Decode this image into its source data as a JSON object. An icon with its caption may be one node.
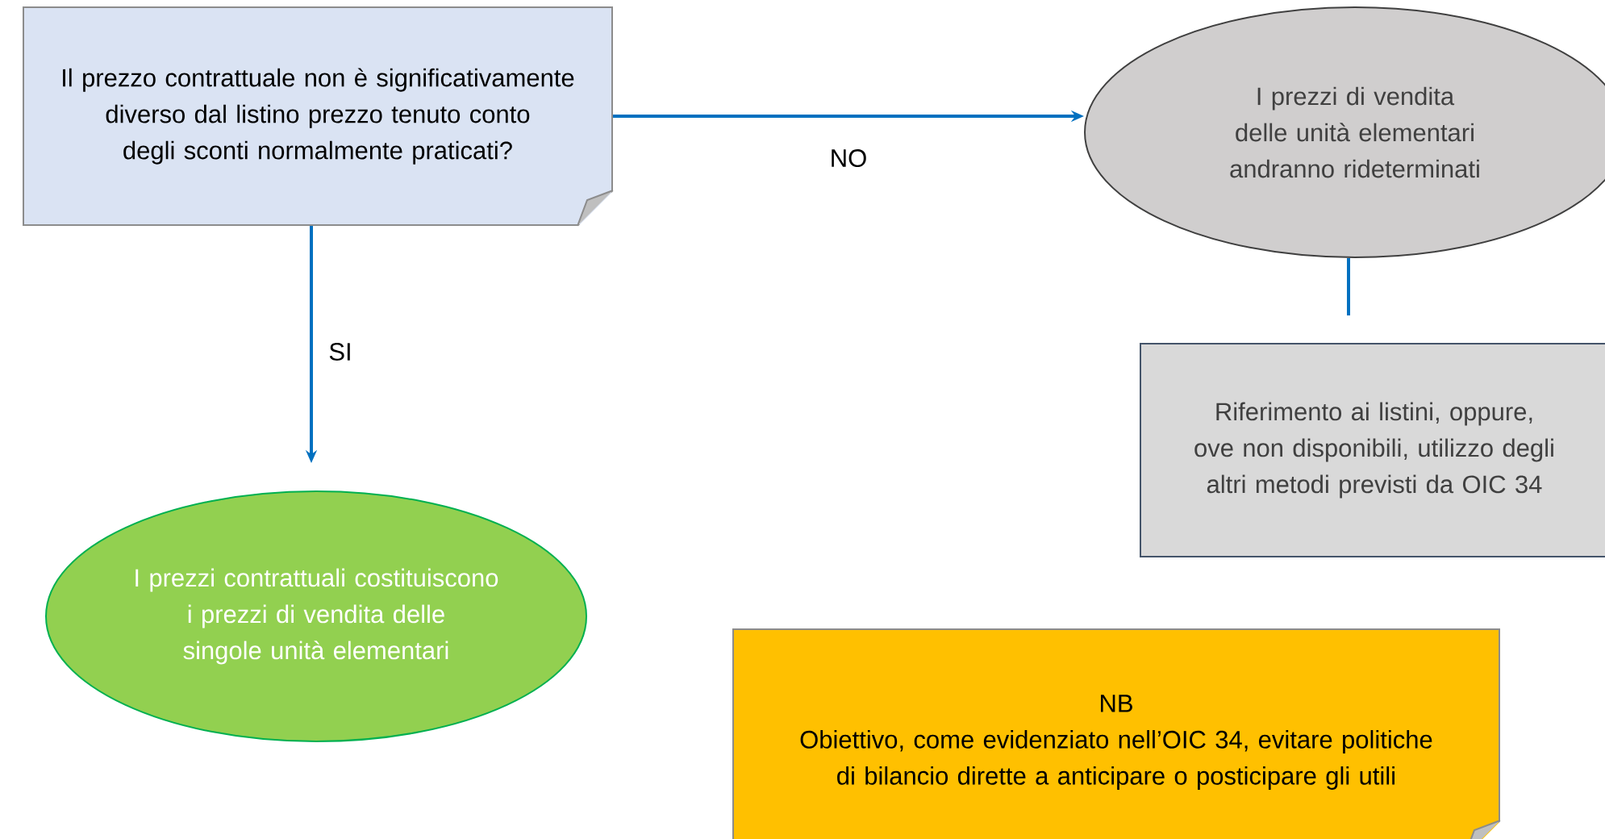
{
  "diagram": {
    "nodes": [
      {
        "text": [
          "Il prezzo contrattuale non è significativamente diverso dal listino prezzo tenuto conto degli sconti normalmente praticati?"
        ]
      },
      {
        "text": [
          "I prezzi di vendita delle unità elementari andranno rideterminati"
        ]
      },
      {
        "text": [
          "Riferimento ai listini, oppure, ove non disponibili, utilizzo degli altri metodi previsti da OIC 34"
        ]
      },
      {
        "text": [
          "I prezzi contrattuali costituiscono i prezzi di vendita delle singole unità elementari"
        ]
      },
      {
        "text": [
          "NB",
          "Obiettivo, come evidenziato nell’OIC 34, evitare politiche di bilancio dirette a anticipare o posticipare gli utili"
        ]
      }
    ],
    "edges": [
      {
        "from": 0,
        "to": 1,
        "arrow": "to",
        "label": "NO"
      },
      {
        "from": 0,
        "to": 3,
        "arrow": "to",
        "label": "SI"
      },
      {
        "from": 1,
        "to": 2,
        "arrow": "none"
      }
    ]
  }
}
